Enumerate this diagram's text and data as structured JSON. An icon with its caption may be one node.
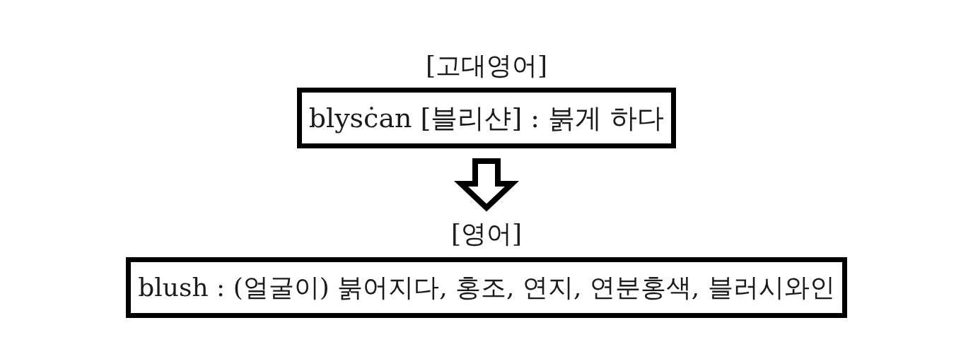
{
  "diagram": {
    "nodes": [
      {
        "text": [
          "[고대영어]",
          "blysċan [블리샨] : 붉게 하다"
        ]
      },
      {
        "text": [
          "[영어]",
          "blush : (얼굴이) 붉어지다, 홍조, 연지, 연분홍색, 블러시와인"
        ]
      }
    ],
    "edges": [
      {
        "from": 0,
        "to": 1,
        "arrow": "to",
        "style": "thick"
      }
    ]
  }
}
